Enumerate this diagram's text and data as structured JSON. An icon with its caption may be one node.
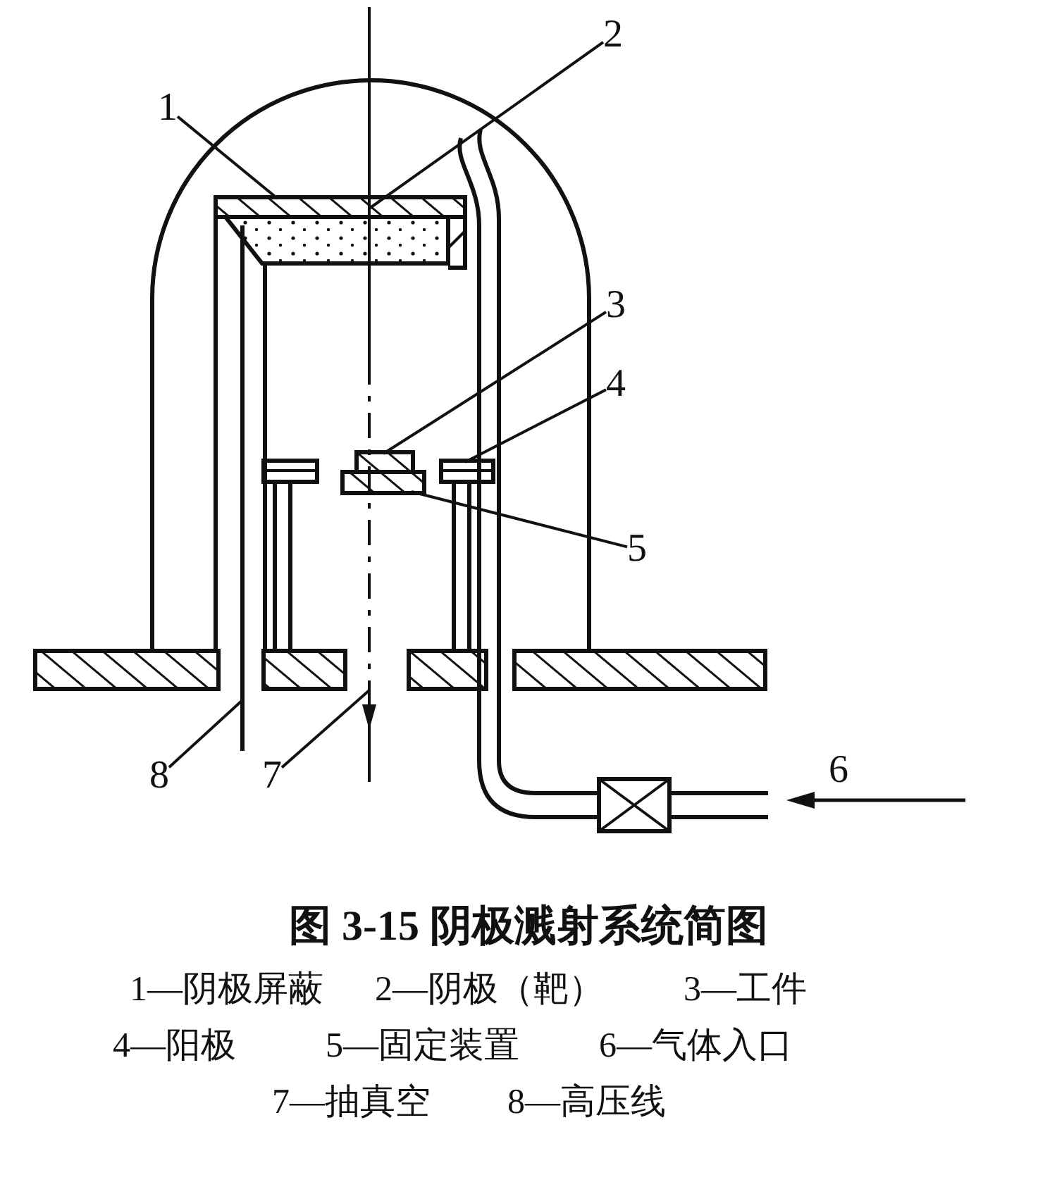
{
  "diagram": {
    "title": "图 3-15 阴极溅射系统简图",
    "nodes": [
      {
        "text": [
          "1"
        ]
      },
      {
        "text": [
          "2"
        ]
      },
      {
        "text": [
          "3"
        ]
      },
      {
        "text": [
          "4"
        ]
      },
      {
        "text": [
          "5"
        ]
      },
      {
        "text": [
          "7"
        ]
      },
      {
        "text": [
          "8"
        ]
      }
    ],
    "edges": [
      {
        "from": 0,
        "to": null,
        "arrow": "none"
      },
      {
        "from": 1,
        "to": null,
        "arrow": "none"
      },
      {
        "from": 2,
        "to": null,
        "arrow": "none"
      },
      {
        "from": 3,
        "to": null,
        "arrow": "none"
      },
      {
        "from": 4,
        "to": null,
        "arrow": "none"
      },
      {
        "from": 5,
        "to": null,
        "arrow": "none"
      },
      {
        "from": 6,
        "to": null,
        "arrow": "none"
      }
    ],
    "labels": [
      "6",
      "1—阴极屏蔽",
      "2—阴极（靶）",
      "3—工件",
      "4—阳极",
      "5—固定装置",
      "6—气体入口",
      "7—抽真空",
      "8—高压线"
    ]
  }
}
